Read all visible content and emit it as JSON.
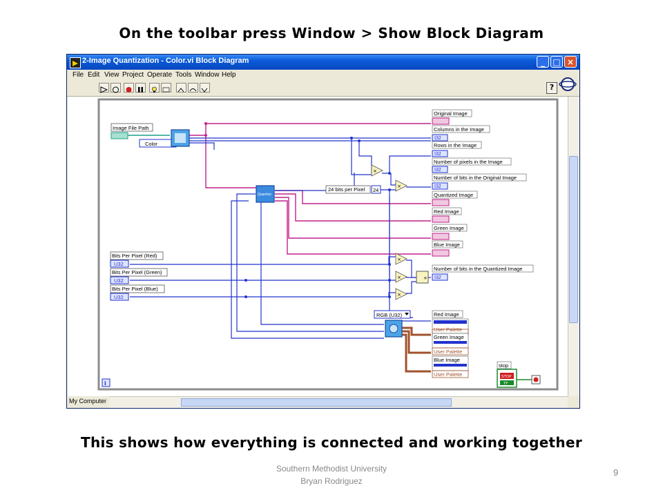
{
  "slide": {
    "title": "On the toolbar press Window > Show Block Diagram",
    "caption": "This shows how everything is connected and working together",
    "footer_line1": "Southern Methodist University",
    "footer_line2": "Bryan Rodriguez",
    "page_number": "9"
  },
  "window": {
    "title": "2-Image Quantization - Color.vi Block Diagram",
    "menu": [
      "File",
      "Edit",
      "View",
      "Project",
      "Operate",
      "Tools",
      "Window",
      "Help"
    ],
    "status_left": "My Computer",
    "help_label": "?"
  },
  "diagram": {
    "image_file_path": "Image File Path",
    "color_ring": "Color",
    "bits_per_pixel_red": "Bits Per Pixel  (Red)",
    "bits_per_pixel_green": "Bits Per Pixel (Green)",
    "bits_per_pixel_blue": "Bits Per Pixel  (Blue)",
    "u32": "U32",
    "i32": "I32",
    "const_label": "24 bits per Pixel",
    "const_value": "24",
    "rgb_ring": "RGB (U32)",
    "quantize_label": "Quantize",
    "original_image": "Original Image",
    "columns_in_image": "Columns in the Image",
    "rows_in_image": "Rows in the Image",
    "number_of_pixels": "Number of pixels in the Image",
    "bits_in_original": "Number of bits in the Original Image",
    "quantized_image": "Quantized Image",
    "red_image": "Red Image",
    "green_image": "Green Image",
    "blue_image": "Blue Image",
    "bits_in_quantized": "Number of bits in the Quantized Image",
    "user_palette": "User Palette",
    "stop_label": "stop",
    "stop_button": "STOP",
    "tf": "TF",
    "info": "i"
  },
  "colors": {
    "titlebar": "#0a5ad8",
    "wire_blue": "#2233cc",
    "wire_pink": "#c0208a",
    "wire_brown": "#a0522d",
    "wire_teal": "#1aa08a",
    "wire_green": "#1a8a2a"
  }
}
